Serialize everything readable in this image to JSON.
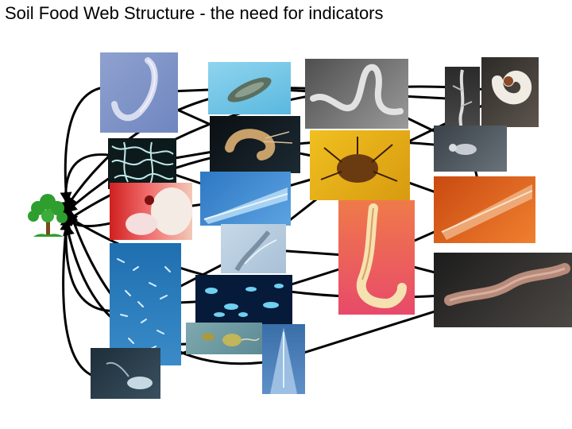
{
  "title": "Soil Food Web Structure - the need for indicators",
  "colors": {
    "arrow": "#000000",
    "background": "#ffffff",
    "plant_foliage": "#2e9e2e",
    "plant_trunk": "#7a4a1c"
  },
  "nodes": [
    {
      "id": "plant",
      "icon": "tree-icon"
    },
    {
      "id": "nematode-dic",
      "icon": "nematode-micrograph"
    },
    {
      "id": "tardigrade",
      "icon": "tardigrade-micrograph"
    },
    {
      "id": "nematode-darkfield",
      "icon": "nematode-micrograph"
    },
    {
      "id": "root-strand",
      "icon": "root-micrograph"
    },
    {
      "id": "beetle-grub",
      "icon": "grub-photo"
    },
    {
      "id": "fungal-hyphae",
      "icon": "hyphae-micrograph"
    },
    {
      "id": "amphipod",
      "icon": "crustacean-photo"
    },
    {
      "id": "mite",
      "icon": "mite-photo"
    },
    {
      "id": "springtail",
      "icon": "springtail-photo"
    },
    {
      "id": "bacteria-colony",
      "icon": "colony-photo"
    },
    {
      "id": "nematode-head-blue",
      "icon": "nematode-head-micrograph"
    },
    {
      "id": "nematode-tail-orange",
      "icon": "nematode-head-micrograph"
    },
    {
      "id": "nematode-red",
      "icon": "nematode-micrograph"
    },
    {
      "id": "protozoa",
      "icon": "protozoa-micrograph"
    },
    {
      "id": "bacteria-rods",
      "icon": "bacteria-micrograph"
    },
    {
      "id": "earthworm",
      "icon": "earthworm-photo"
    },
    {
      "id": "bacteria-cells",
      "icon": "bacteria-micrograph"
    },
    {
      "id": "flagellates",
      "icon": "protozoa-micrograph"
    },
    {
      "id": "nematode-mouth",
      "icon": "nematode-head-micrograph"
    },
    {
      "id": "amoeba",
      "icon": "amoeba-micrograph"
    }
  ],
  "links": [
    [
      "nematode-dic",
      "plant"
    ],
    [
      "bacteria-colony",
      "plant"
    ],
    [
      "fungal-hyphae",
      "plant"
    ],
    [
      "bacteria-rods",
      "plant"
    ],
    [
      "amoeba",
      "plant"
    ],
    [
      "flagellates",
      "plant"
    ],
    [
      "nematode-mouth",
      "plant"
    ],
    [
      "nematode-darkfield",
      "plant"
    ],
    [
      "beetle-grub",
      "plant"
    ],
    [
      "earthworm",
      "plant"
    ],
    [
      "springtail",
      "plant"
    ],
    [
      "nematode-dic",
      "tardigrade"
    ],
    [
      "nematode-dic",
      "amphipod"
    ],
    [
      "fungal-hyphae",
      "amphipod"
    ],
    [
      "fungal-hyphae",
      "nematode-head-blue"
    ],
    [
      "bacteria-colony",
      "nematode-head-blue"
    ],
    [
      "bacteria-rods",
      "protozoa"
    ],
    [
      "bacteria-rods",
      "bacteria-cells"
    ],
    [
      "amoeba",
      "flagellates"
    ],
    [
      "tardigrade",
      "nematode-darkfield"
    ],
    [
      "amphipod",
      "mite"
    ],
    [
      "nematode-head-blue",
      "mite"
    ],
    [
      "protozoa",
      "nematode-red"
    ],
    [
      "bacteria-cells",
      "nematode-red"
    ],
    [
      "nematode-red",
      "earthworm"
    ],
    [
      "mite",
      "nematode-tail-orange"
    ],
    [
      "nematode-darkfield",
      "root-strand"
    ],
    [
      "nematode-darkfield",
      "springtail"
    ],
    [
      "nematode-red",
      "nematode-tail-orange"
    ],
    [
      "flagellates",
      "nematode-mouth"
    ],
    [
      "nematode-mouth",
      "earthworm"
    ],
    [
      "mite",
      "beetle-grub"
    ],
    [
      "springtail",
      "nematode-tail-orange"
    ],
    [
      "protozoa",
      "mite"
    ]
  ]
}
